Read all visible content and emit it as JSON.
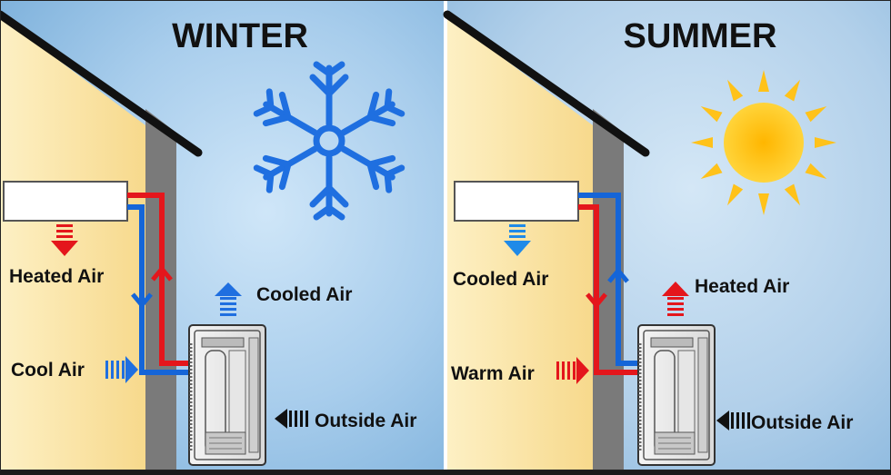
{
  "panels": {
    "winter": {
      "title": "WINTER",
      "labels": {
        "indoor_out": "Heated Air",
        "indoor_in": "Cool Air",
        "outdoor_exhaust": "Cooled Air",
        "outdoor_intake": "Outside Air"
      },
      "icon": "snowflake-icon"
    },
    "summer": {
      "title": "SUMMER",
      "labels": {
        "indoor_out": "Cooled Air",
        "indoor_in": "Warm Air",
        "outdoor_exhaust": "Heated Air",
        "outdoor_intake": "Outside Air"
      },
      "icon": "sun-icon"
    }
  },
  "colors": {
    "hot": "#e4161c",
    "cold": "#1565d8",
    "sky": "#bcd8ef",
    "wall": "#fbe3a6",
    "sun": "#ffc21a"
  }
}
